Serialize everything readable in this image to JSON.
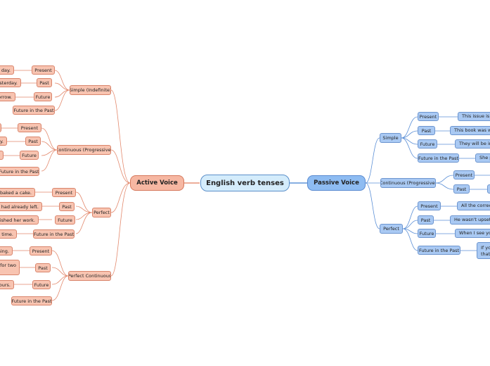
{
  "title": "English verb tenses",
  "active": {
    "label": "Active Voice",
    "groups": {
      "simple": {
        "label": "Simple (Indefinite)",
        "present": "Present",
        "past": "Past",
        "future": "Future",
        "fitp": "Future in the Past",
        "ex_present": "y day.",
        "ex_past": "esterday.",
        "ex_future": "orrow."
      },
      "continuous": {
        "label": "Continuous (Progressive)",
        "present": "Present",
        "past": "Past",
        "future": "Future",
        "fitp": "Future in the Past",
        "ex_past": "y."
      },
      "perfect": {
        "label": "Perfect",
        "present": "Present",
        "past": "Past",
        "future": "Future",
        "fitp": "Future in the Past",
        "ex_present": "ve baked a cake.",
        "ex_past": "she had already left.",
        "ex_future": "finished her work.",
        "ex_fitp": "t time."
      },
      "perfect_continuous": {
        "label": "Perfect Continuous",
        "present": "Present",
        "past": "Past",
        "future": "Future",
        "fitp": "Future in the Past",
        "ex_present": "ning.",
        "ex_past": "d for two",
        "ex_future": "nours."
      }
    }
  },
  "passive": {
    "label": "Passive Voice",
    "groups": {
      "simple": {
        "label": "Simple",
        "present": "Present",
        "past": "Past",
        "future": "Future",
        "fitp": "Future in the Past",
        "ex_present": "This issue is dis",
        "ex_past": "This book was writ",
        "ex_future": "They will be invit",
        "ex_fitp": "She p"
      },
      "continuous": {
        "label": "Continuous (Progressive)",
        "present": "Present",
        "past": "Past"
      },
      "perfect": {
        "label": "Perfect",
        "present": "Present",
        "past": "Past",
        "future": "Future",
        "fitp": "Future in the Past",
        "ex_present": "All the correcti",
        "ex_past": "He wasn't upset a",
        "ex_future": "When I see you",
        "ex_fitp": "If you that"
      }
    }
  },
  "colors": {
    "active": "#e07c5e",
    "passive": "#3f7fd0"
  }
}
